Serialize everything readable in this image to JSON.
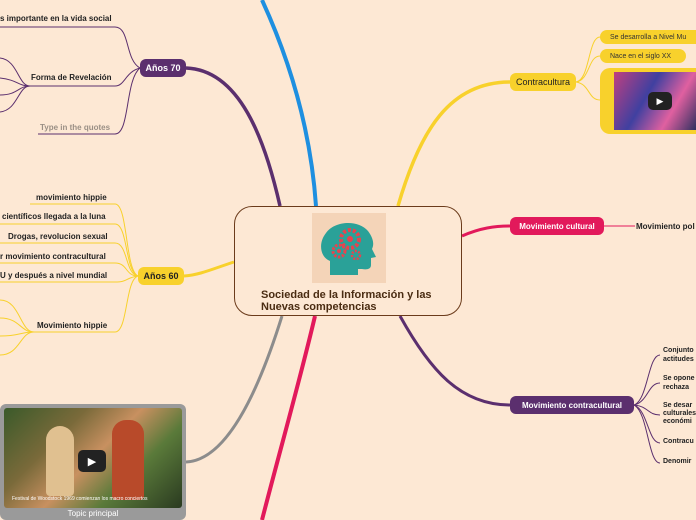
{
  "central": {
    "title": "Sociedad de la Información y las Nuevas competencias"
  },
  "left": {
    "anos70": {
      "label": "Años 70",
      "items": [
        "s importante en la vida social",
        "Forma de Revelación",
        "Type in the quotes"
      ]
    },
    "anos60": {
      "label": "Años 60",
      "items": [
        "movimiento hippie",
        "científicos llegada a la luna",
        "Drogas, revolucion sexual",
        "r movimiento contracultural",
        "U y después a nivel mundial",
        "Movimiento hippie"
      ]
    },
    "video": {
      "caption": "Festival de Woodstock 1969 comienzan los macro conciertos",
      "title": "Topic principal"
    }
  },
  "right": {
    "contracultura": {
      "label": "Contracultura",
      "items": [
        "Se desarrolla a Nivel Mu",
        "Nace en el siglo XX"
      ]
    },
    "movimiento_cultural": {
      "label": "Movimiento cultural",
      "items": [
        "Movimiento pol"
      ]
    },
    "movimiento_contracultural": {
      "label": "Movimiento contracultural",
      "items": [
        "Conjunto actitudes",
        "Se opone rechaza",
        "Se desar culturales económi",
        "Contracu",
        "Denomir"
      ]
    }
  },
  "colors": {
    "background": "#fde8d4",
    "purple": "#5b2f6e",
    "yellow": "#f8d12c",
    "pink": "#e2195b",
    "blue": "#1e8fe0",
    "gray": "#8c8c8c",
    "teal_head": "#2aa198",
    "gear": "#e8434e"
  },
  "icons": [
    "head-gears-icon",
    "play-icon"
  ]
}
